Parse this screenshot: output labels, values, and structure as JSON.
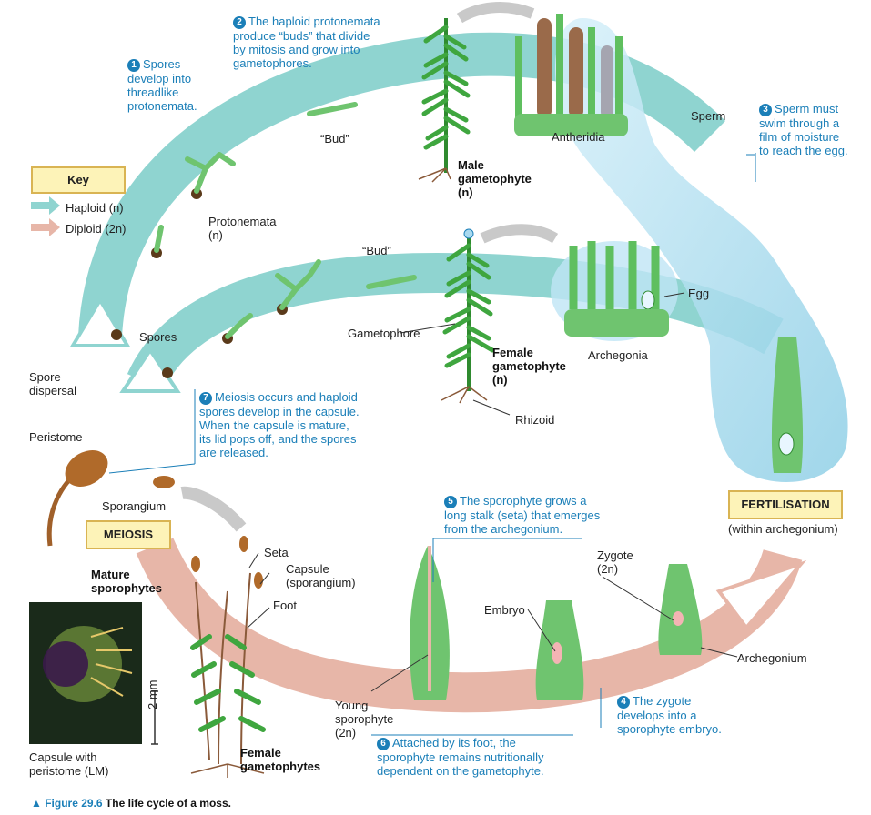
{
  "colors": {
    "haploid": "#8fd4d0",
    "diploid": "#e7b6a8",
    "step_text": "#1b7fb8",
    "key_box": "#fdf3b8"
  },
  "key": {
    "title": "Key",
    "haploid": "Haploid (n)",
    "diploid": "Diploid (2n)"
  },
  "steps": [
    {
      "num": "1",
      "text": "Spores\ndevelop into\nthreadlike\nprotonemata."
    },
    {
      "num": "2",
      "text": "The haploid protonemata\nproduce “buds” that divide\nby mitosis and grow into\ngametophores."
    },
    {
      "num": "3",
      "text": "Sperm must\nswim through a\nfilm of moisture\nto reach the egg."
    },
    {
      "num": "4",
      "text": "The zygote\ndevelops into a\nsporophyte embryo."
    },
    {
      "num": "5",
      "text": "The sporophyte grows a\nlong stalk (seta) that emerges\nfrom the archegonium."
    },
    {
      "num": "6",
      "text": "Attached by its foot, the\nsporophyte remains nutritionally\ndependent on the gametophyte."
    },
    {
      "num": "7",
      "text": "Meiosis occurs and haploid\nspores develop in the capsule.\nWhen the capsule is mature,\nits lid pops off, and the spores\nare released."
    }
  ],
  "labels": {
    "bud_top": "“Bud”",
    "bud_mid": "“Bud”",
    "protonemata": "Protonemata\n(n)",
    "male_gametophyte": "Male\ngametophyte\n(n)",
    "antheridia": "Antheridia",
    "sperm": "Sperm",
    "spores": "Spores",
    "spore_dispersal": "Spore\ndispersal",
    "peristome": "Peristome",
    "gametophore": "Gametophore",
    "female_gametophyte": "Female\ngametophyte\n(n)",
    "rhizoid": "Rhizoid",
    "egg": "Egg",
    "archegonia": "Archegonia",
    "fertilisation_box": "FERTILISATION",
    "within_archegonium": "(within archegonium)",
    "sporangium": "Sporangium",
    "meiosis_box": "MEIOSIS",
    "mature_sporophytes": "Mature\nsporophytes",
    "seta": "Seta",
    "capsule": "Capsule\n(sporangium)",
    "foot": "Foot",
    "female_gametophytes": "Female\ngametophytes",
    "zygote": "Zygote\n(2n)",
    "embryo": "Embryo",
    "archegonium": "Archegonium",
    "young_sporophyte": "Young\nsporophyte\n(2n)",
    "capsule_with_peristome": "Capsule with\nperistome (LM)",
    "scale": "2 mm"
  },
  "caption": {
    "figure": "▲ Figure 29.6",
    "title": "The life cycle of a moss."
  }
}
